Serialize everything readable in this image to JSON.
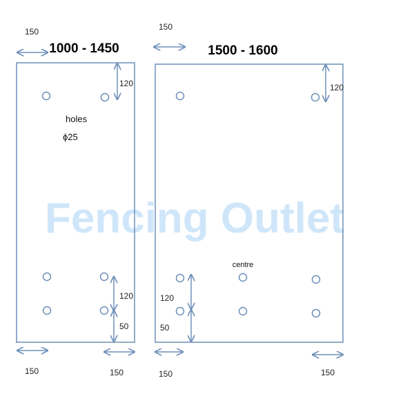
{
  "watermark": "Fencing Outlet",
  "colors": {
    "outline": "#6d8fb8",
    "arrow": "#6d8fb8",
    "watermark": "#cfe6fa",
    "text": "#222222"
  },
  "left_plate": {
    "title": "1000 - 1450",
    "holes_label": "holes",
    "holes_size": "ϕ25",
    "dims": {
      "top_offset": "150",
      "top_edge": "120",
      "bottom_spacing": "120",
      "bottom_edge": "50",
      "bottom_left": "150",
      "bottom_right": "150"
    }
  },
  "right_plate": {
    "title": "1500 - 1600",
    "centre_label": "centre",
    "dims": {
      "top_offset": "150",
      "top_edge": "120",
      "bottom_spacing": "120",
      "bottom_edge": "50",
      "bottom_left": "150",
      "bottom_right": "150"
    }
  }
}
